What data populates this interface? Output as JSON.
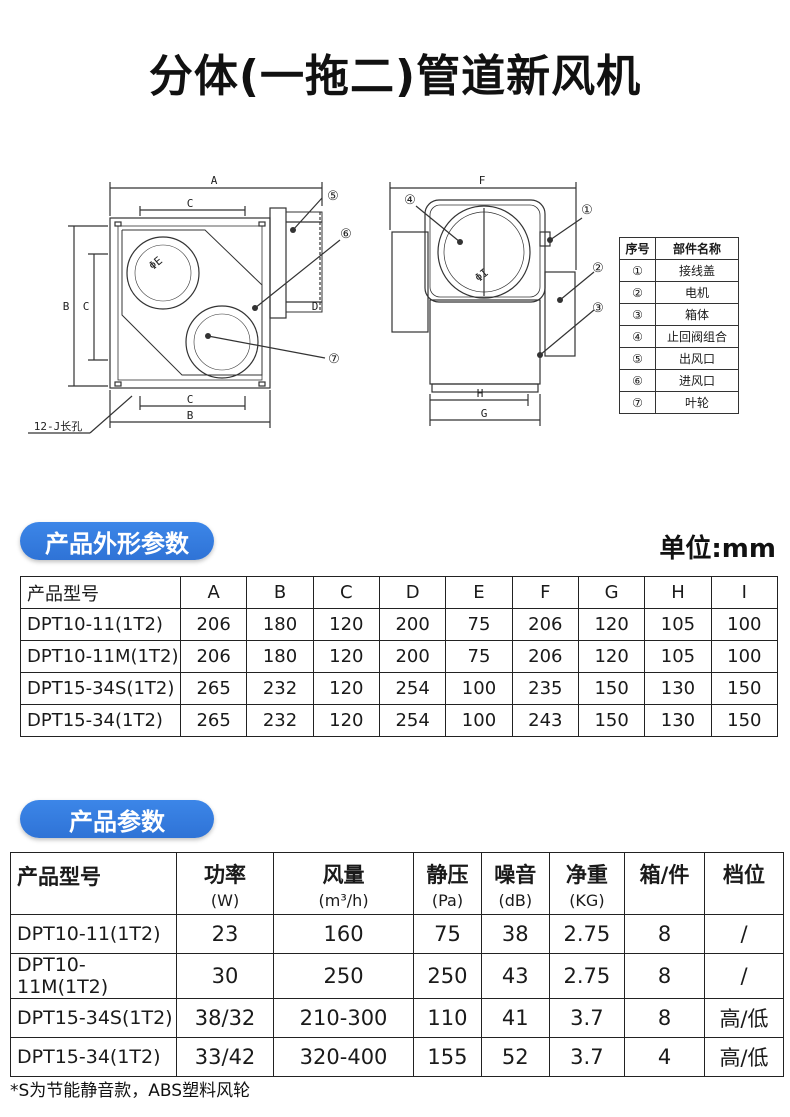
{
  "page": {
    "title": "分体(一拖二)管道新风机"
  },
  "drawing": {
    "dim_letters": [
      "A",
      "B",
      "C",
      "D",
      "E",
      "F",
      "G",
      "H",
      "I"
    ],
    "slot_label": "12-J长孔",
    "callouts": [
      "①",
      "②",
      "③",
      "④",
      "⑤",
      "⑥",
      "⑦"
    ]
  },
  "parts_table": {
    "headers": [
      "序号",
      "部件名称"
    ],
    "rows": [
      [
        "①",
        "接线盖"
      ],
      [
        "②",
        "电机"
      ],
      [
        "③",
        "箱体"
      ],
      [
        "④",
        "止回阀组合"
      ],
      [
        "⑤",
        "出风口"
      ],
      [
        "⑥",
        "进风口"
      ],
      [
        "⑦",
        "叶轮"
      ]
    ]
  },
  "dims_section": {
    "badge": "产品外形参数",
    "unit": "单位:mm",
    "headers": [
      "产品型号",
      "A",
      "B",
      "C",
      "D",
      "E",
      "F",
      "G",
      "H",
      "I"
    ],
    "rows": [
      [
        "DPT10-11(1T2)",
        "206",
        "180",
        "120",
        "200",
        "75",
        "206",
        "120",
        "105",
        "100"
      ],
      [
        "DPT10-11M(1T2)",
        "206",
        "180",
        "120",
        "200",
        "75",
        "206",
        "120",
        "105",
        "100"
      ],
      [
        "DPT15-34S(1T2)",
        "265",
        "232",
        "120",
        "254",
        "100",
        "235",
        "150",
        "130",
        "150"
      ],
      [
        "DPT15-34(1T2)",
        "265",
        "232",
        "120",
        "254",
        "100",
        "243",
        "150",
        "130",
        "150"
      ]
    ]
  },
  "params_section": {
    "badge": "产品参数",
    "headers": [
      {
        "label": "产品型号",
        "sub": ""
      },
      {
        "label": "功率",
        "sub": "(W)"
      },
      {
        "label": "风量",
        "sub": "(m³/h)"
      },
      {
        "label": "静压",
        "sub": "(Pa)"
      },
      {
        "label": "噪音",
        "sub": "(dB)"
      },
      {
        "label": "净重",
        "sub": "(KG)"
      },
      {
        "label": "箱/件",
        "sub": ""
      },
      {
        "label": "档位",
        "sub": ""
      }
    ],
    "rows": [
      [
        "DPT10-11(1T2)",
        "23",
        "160",
        "75",
        "38",
        "2.75",
        "8",
        "/"
      ],
      [
        "DPT10-11M(1T2)",
        "30",
        "250",
        "250",
        "43",
        "2.75",
        "8",
        "/"
      ],
      [
        "DPT15-34S(1T2)",
        "38/32",
        "210-300",
        "110",
        "41",
        "3.7",
        "8",
        "高/低"
      ],
      [
        "DPT15-34(1T2)",
        "33/42",
        "320-400",
        "155",
        "52",
        "3.7",
        "4",
        "高/低"
      ]
    ]
  },
  "footnote": "*S为节能静音款，ABS塑料风轮"
}
